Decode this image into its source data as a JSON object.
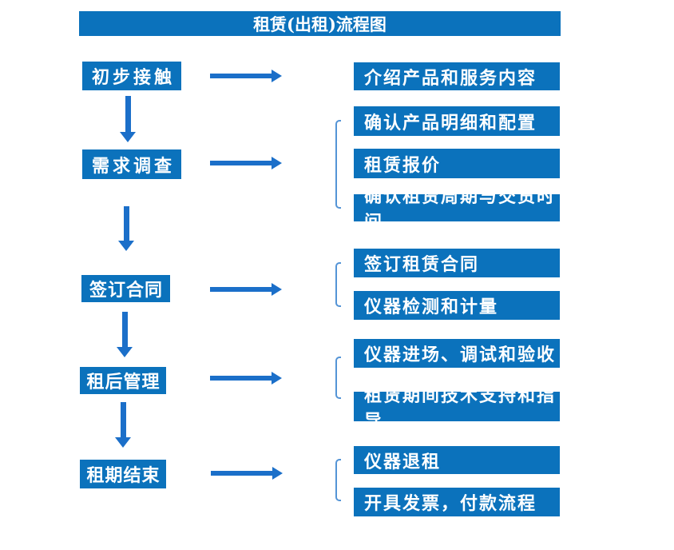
{
  "title": "租赁(出租)流程图",
  "colors": {
    "box_fill": "#0B72BC",
    "arrow_fill": "#1B6FC9",
    "bracket_stroke": "#5494D6",
    "text_color": "#FFFFFF",
    "bg": "#FFFFFF"
  },
  "steps": [
    {
      "label": "初步接触",
      "details": [
        "介绍产品和服务内容"
      ]
    },
    {
      "label": "需求调查",
      "details": [
        "确认产品明细和配置",
        "租赁报价",
        "确认租赁周期与交货时间"
      ]
    },
    {
      "label": "签订合同",
      "details": [
        "签订租赁合同",
        "仪器检测和计量"
      ]
    },
    {
      "label": "租后管理",
      "details": [
        "仪器进场、调试和验收",
        "租赁期间技术支持和指导"
      ]
    },
    {
      "label": "租期结束",
      "details": [
        "仪器退租",
        "开具发票，付款流程"
      ]
    }
  ]
}
